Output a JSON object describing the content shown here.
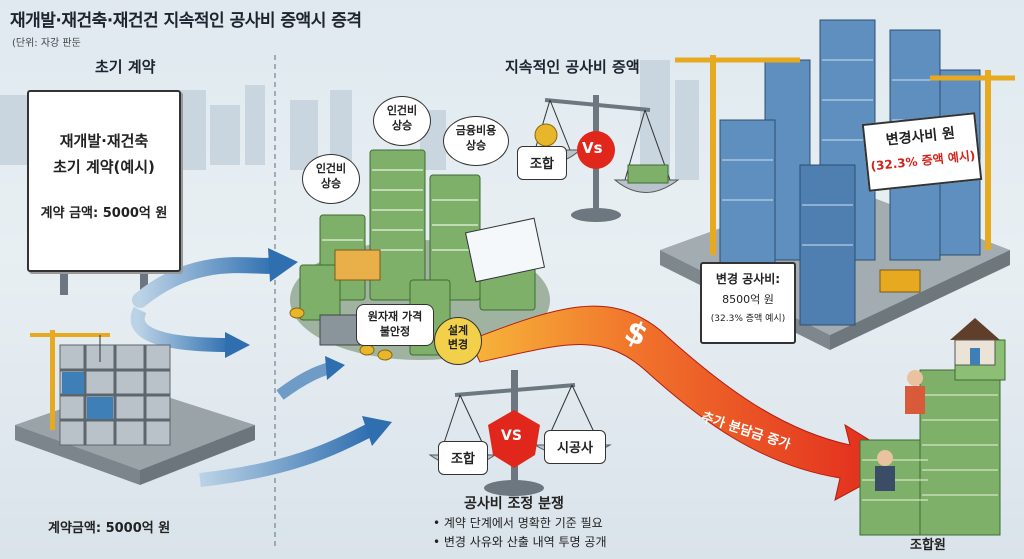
{
  "header": {
    "title": "재개발·재건축·재건건 지속적인 공사비 증액시 증격",
    "unit": "(단위: 자강 판둔"
  },
  "left": {
    "section_title": "초기 계약",
    "sign_line1": "재개발·재건축",
    "sign_line2": "초기 계약(예시)",
    "sign_line3": "계약 금액: 5000억 원",
    "bottom_label": "계약금액: 5000억 원"
  },
  "middle": {
    "bubble_labor1": "인건비\n상승",
    "bubble_labor2": "인건비\n상승",
    "bubble_finance": "금융비용\n상승",
    "bubble_material": "원자재 가격\n불안정",
    "bubble_design": "설계\n변경"
  },
  "top_right": {
    "section_title": "지속적인 공사비 증액",
    "scale_left": "조합",
    "vs": "Vs",
    "banner_line1": "변경사비 원",
    "banner_line2": "(32.3% 증액 예시)",
    "sign_line1": "변경 공사비:",
    "sign_line2": "8500억 원",
    "sign_line3": "(32.3% 증액 예시)"
  },
  "bottom": {
    "scale_left": "조합",
    "vs": "VS",
    "scale_right": "시공사",
    "dispute_title": "공사비 조정 분쟁",
    "bullet1": "• 계약 단계에서 명확한 기준 필요",
    "bullet2": "• 변경 사유와 산출 내역 투명 공개",
    "arrow_label": "추가 분담금 증가",
    "member_label": "조합원"
  },
  "colors": {
    "arrow_red": "#e5331f",
    "arrow_orange": "#f59a2a",
    "blue_arrow": "#2f6fb0",
    "money": "#7fb069"
  },
  "icons": [
    "dollar-icon",
    "scale-icon",
    "worker-icon",
    "crane-icon",
    "house-icon"
  ]
}
